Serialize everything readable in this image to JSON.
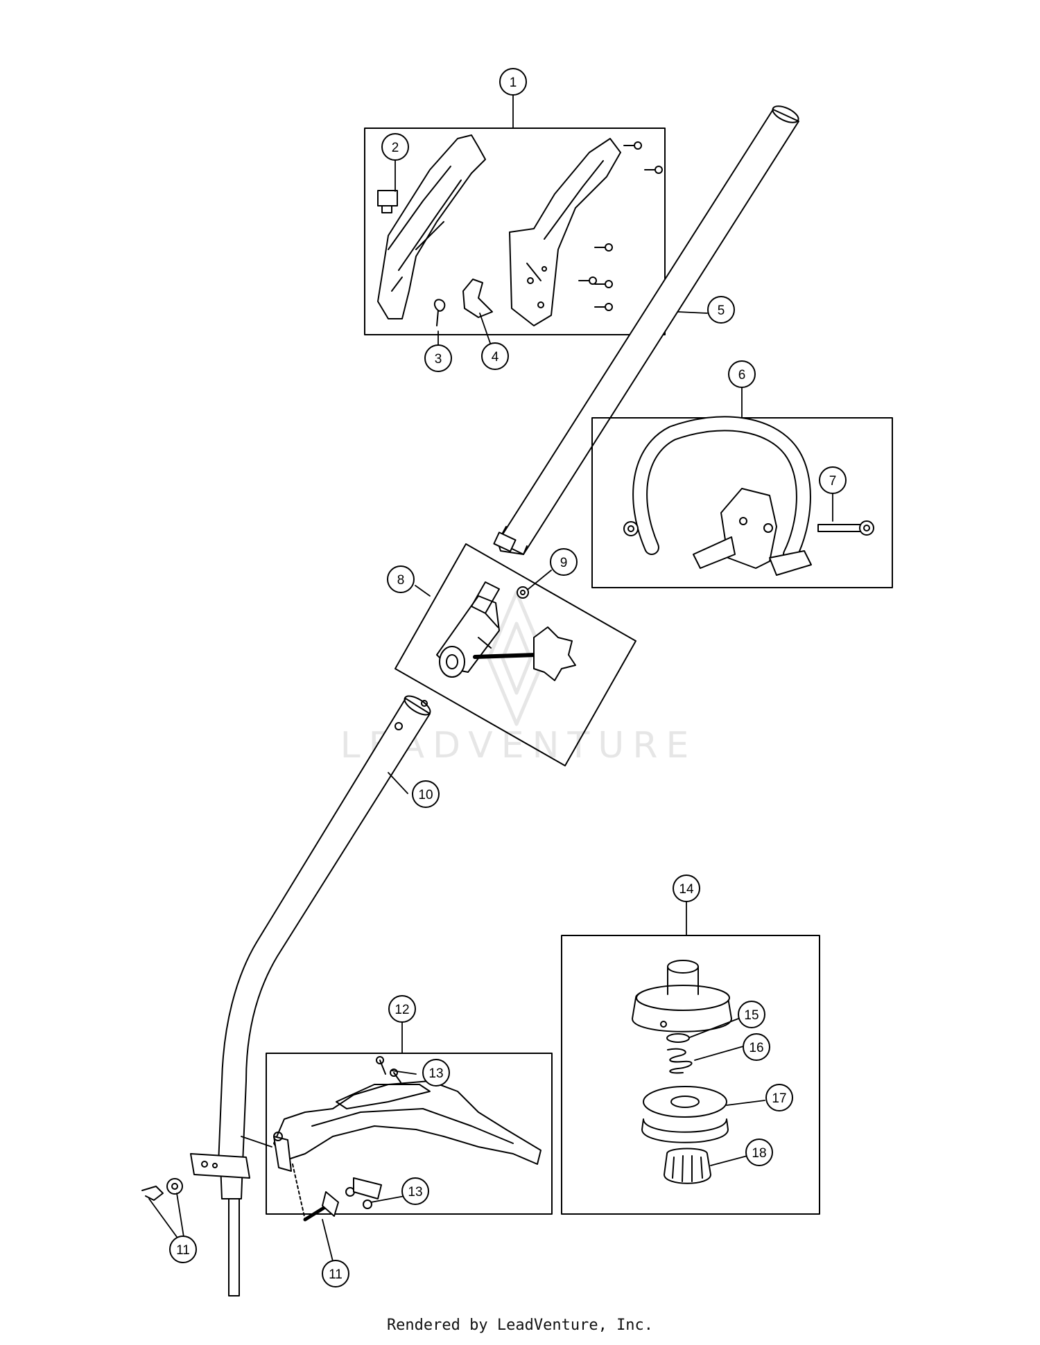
{
  "watermark": {
    "text": "LEADVENTURE"
  },
  "callouts": [
    {
      "id": "c1",
      "label": "1"
    },
    {
      "id": "c2",
      "label": "2"
    },
    {
      "id": "c3",
      "label": "3"
    },
    {
      "id": "c4",
      "label": "4"
    },
    {
      "id": "c5",
      "label": "5"
    },
    {
      "id": "c6",
      "label": "6"
    },
    {
      "id": "c7",
      "label": "7"
    },
    {
      "id": "c8",
      "label": "8"
    },
    {
      "id": "c9",
      "label": "9"
    },
    {
      "id": "c10",
      "label": "10"
    },
    {
      "id": "c11a",
      "label": "11"
    },
    {
      "id": "c11b",
      "label": "11"
    },
    {
      "id": "c12",
      "label": "12"
    },
    {
      "id": "c13a",
      "label": "13"
    },
    {
      "id": "c13b",
      "label": "13"
    },
    {
      "id": "c14",
      "label": "14"
    },
    {
      "id": "c15",
      "label": "15"
    },
    {
      "id": "c16",
      "label": "16"
    },
    {
      "id": "c17",
      "label": "17"
    },
    {
      "id": "c18",
      "label": "18"
    }
  ],
  "footer": {
    "text": "Rendered by LeadVenture, Inc."
  }
}
